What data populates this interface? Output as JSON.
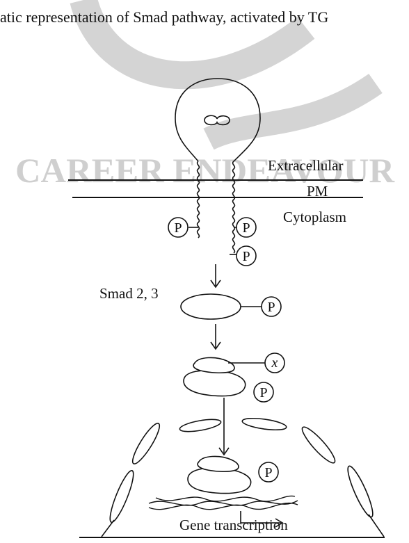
{
  "caption": "atic representation of Smad pathway, activated by TG",
  "watermark": "CAREER ENDEAVOUR",
  "labels": {
    "extracellular": "Extracellular",
    "pm": "PM",
    "cytoplasm": "Cytoplasm",
    "smad": "Smad 2, 3",
    "gene_transcription": "Gene transcription",
    "phospho": "P",
    "x": "x"
  },
  "colors": {
    "ink": "#111111",
    "watermark": "#c8c8c8"
  }
}
